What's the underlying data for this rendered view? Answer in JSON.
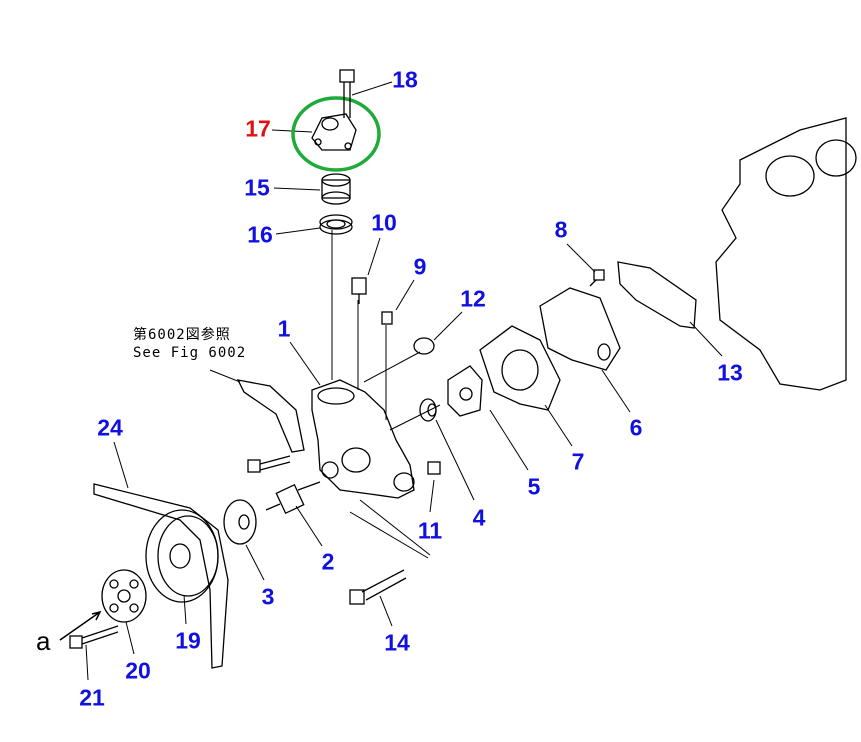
{
  "diagram": {
    "reference_note": {
      "line1": "第6002図参照",
      "line2": "See Fig 6002"
    },
    "view_marker": "a",
    "highlight_color": "#1faa3a",
    "label_color": "#1010e0",
    "highlighted_label_color": "#e01010",
    "callouts": [
      {
        "id": "18",
        "text": "18"
      },
      {
        "id": "17",
        "text": "17",
        "highlighted": true
      },
      {
        "id": "15",
        "text": "15"
      },
      {
        "id": "16",
        "text": "16"
      },
      {
        "id": "10",
        "text": "10"
      },
      {
        "id": "9",
        "text": "9"
      },
      {
        "id": "12",
        "text": "12"
      },
      {
        "id": "8",
        "text": "8"
      },
      {
        "id": "1",
        "text": "1"
      },
      {
        "id": "13",
        "text": "13"
      },
      {
        "id": "6",
        "text": "6"
      },
      {
        "id": "7",
        "text": "7"
      },
      {
        "id": "5",
        "text": "5"
      },
      {
        "id": "4",
        "text": "4"
      },
      {
        "id": "11",
        "text": "11"
      },
      {
        "id": "24",
        "text": "24"
      },
      {
        "id": "2",
        "text": "2"
      },
      {
        "id": "3",
        "text": "3"
      },
      {
        "id": "19",
        "text": "19"
      },
      {
        "id": "20",
        "text": "20"
      },
      {
        "id": "14",
        "text": "14"
      },
      {
        "id": "21",
        "text": "21"
      }
    ]
  }
}
